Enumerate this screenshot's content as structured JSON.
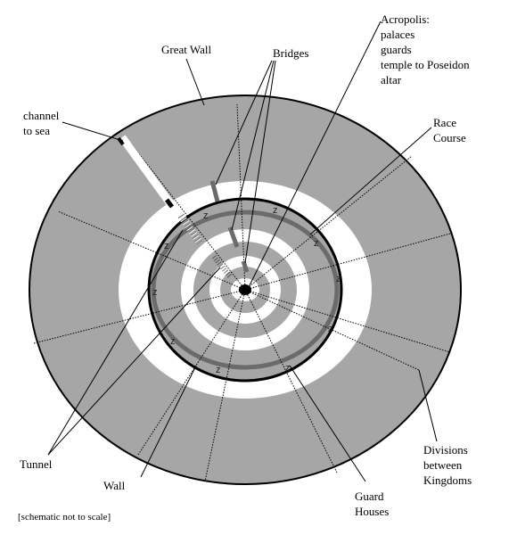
{
  "labels": {
    "great_wall": "Great Wall",
    "bridges": "Bridges",
    "acropolis": [
      "Acropolis:",
      "palaces",
      "guards",
      "temple to Poseidon",
      "altar"
    ],
    "channel": [
      "channel",
      "to sea"
    ],
    "race_course": [
      "Race",
      "Course"
    ],
    "tunnel": "Tunnel",
    "wall": "Wall",
    "guard_houses": [
      "Guard",
      "Houses"
    ],
    "divisions": [
      "Divisions",
      "between",
      "Kingdoms"
    ],
    "note": "[schematic not to scale]"
  },
  "guard_house_marker": "z",
  "colors": {
    "land": "#a6a6a6",
    "water": "#ffffff",
    "wall_track": "#6b6b6b",
    "outline": "#000000"
  }
}
